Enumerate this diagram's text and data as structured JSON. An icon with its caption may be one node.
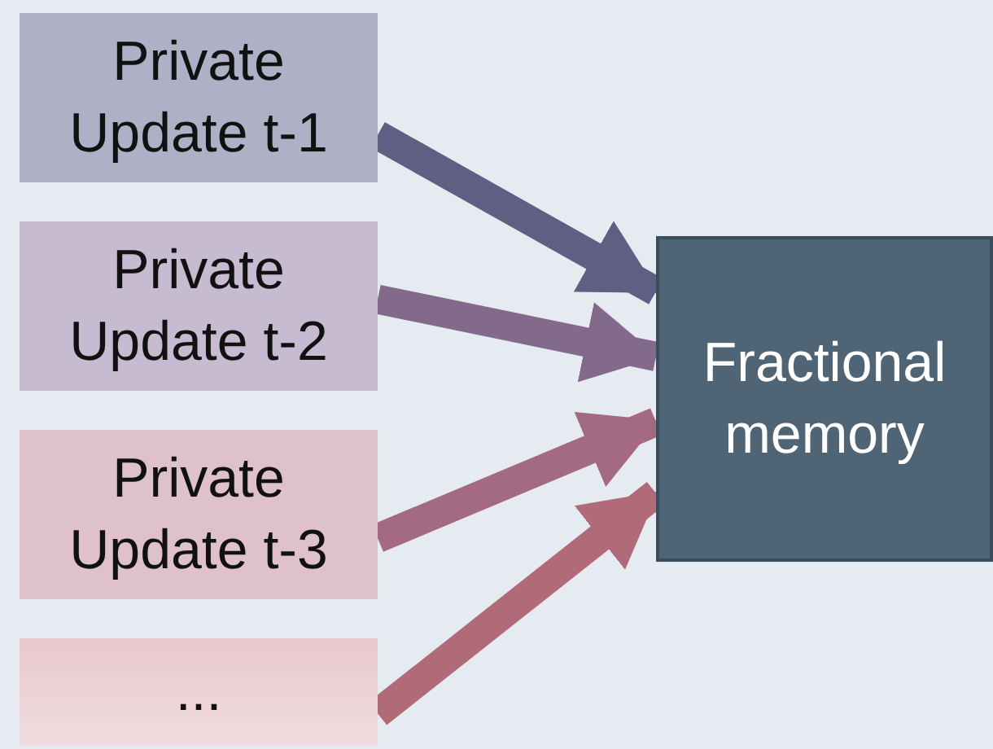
{
  "diagram": {
    "nodes": [
      {
        "text": [
          "Private Update t-1"
        ]
      },
      {
        "text": [
          "Private Update t-2"
        ]
      },
      {
        "text": [
          "Private Update t-3"
        ]
      },
      {
        "text": [
          "..."
        ]
      },
      {
        "text": [
          "Fractional memory"
        ]
      }
    ],
    "edges": [
      {
        "from": 0,
        "to": 4,
        "arrow": "to",
        "color": "#5f5f84"
      },
      {
        "from": 1,
        "to": 4,
        "arrow": "to",
        "color": "#836a8c"
      },
      {
        "from": 2,
        "to": 4,
        "arrow": "to",
        "color": "#a46a82"
      },
      {
        "from": 3,
        "to": 4,
        "arrow": "to",
        "color": "#b06a78"
      }
    ]
  }
}
